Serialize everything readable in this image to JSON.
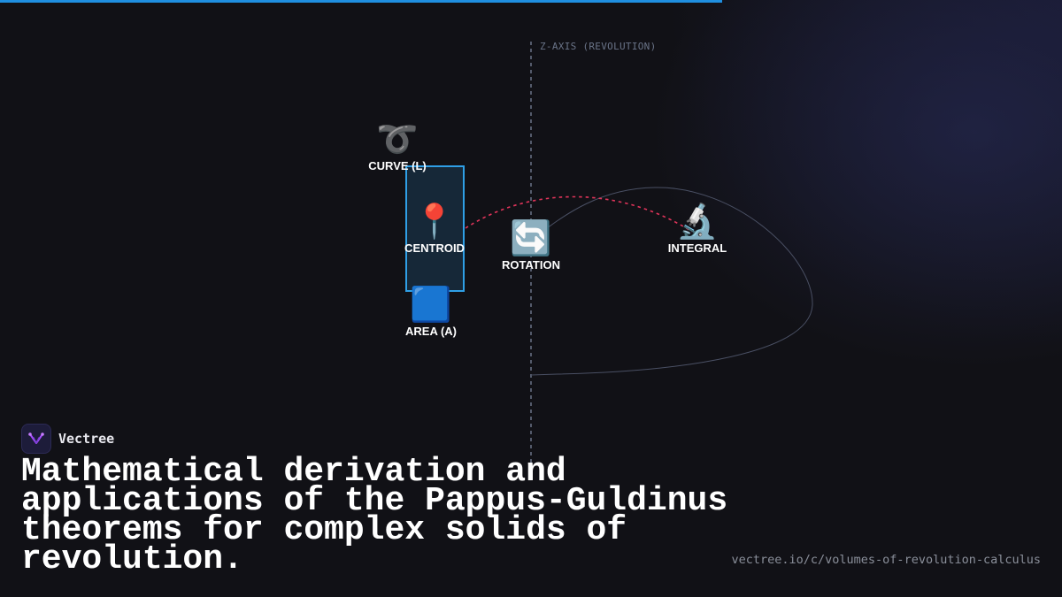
{
  "progress": {
    "fraction": 0.68,
    "color": "#1f8fe0"
  },
  "diagram": {
    "axis_label": "Z-AXIS (REVOLUTION)",
    "nodes": {
      "curve": {
        "icon": "➰",
        "label": "CURVE (L)"
      },
      "centroid": {
        "icon": "📍",
        "label": "CENTROID"
      },
      "area": {
        "icon": "🟦",
        "label": "AREA (A)"
      },
      "rotation": {
        "icon": "🔄",
        "label": "ROTATION"
      },
      "integral": {
        "icon": "🔬",
        "label": "INTEGRAL"
      }
    },
    "colors": {
      "region_border": "#2f9fe6",
      "path_dashed": "#e0345a",
      "axis": "#6a7488",
      "curve_outline": "#4a5064"
    }
  },
  "brand": {
    "name": "Vectree",
    "logo_icon": "vectree-tree-icon"
  },
  "title": "Mathematical derivation and applications of the Pappus-Guldinus theorems for complex solids of revolution.",
  "url": "vectree.io/c/volumes-of-revolution-calculus"
}
